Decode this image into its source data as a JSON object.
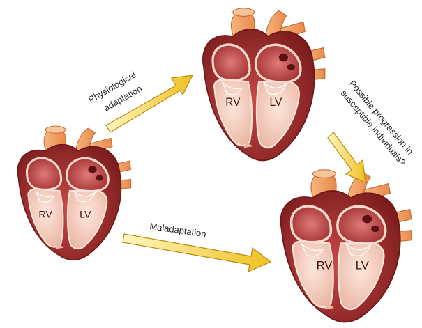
{
  "hearts": {
    "normal": {
      "rv": "RV",
      "lv": "LV"
    },
    "physiological": {
      "rv": "RV",
      "lv": "LV"
    },
    "maladaptive": {
      "rv": "RV",
      "lv": "LV"
    }
  },
  "arrows": {
    "physiological": {
      "line1": "Physiological",
      "line2": "adaptation"
    },
    "maladaptation": {
      "label": "Maladaptation"
    },
    "progression": {
      "line1": "Possible progression in",
      "line2": "susceptible individuals?"
    }
  },
  "colors": {
    "arrow_fill": "#f2d23c",
    "arrow_edge": "#b98a10",
    "myocardium": "#a52a2a",
    "vessel": "#f0a468",
    "chamber_fill": "#f3d3c6"
  }
}
